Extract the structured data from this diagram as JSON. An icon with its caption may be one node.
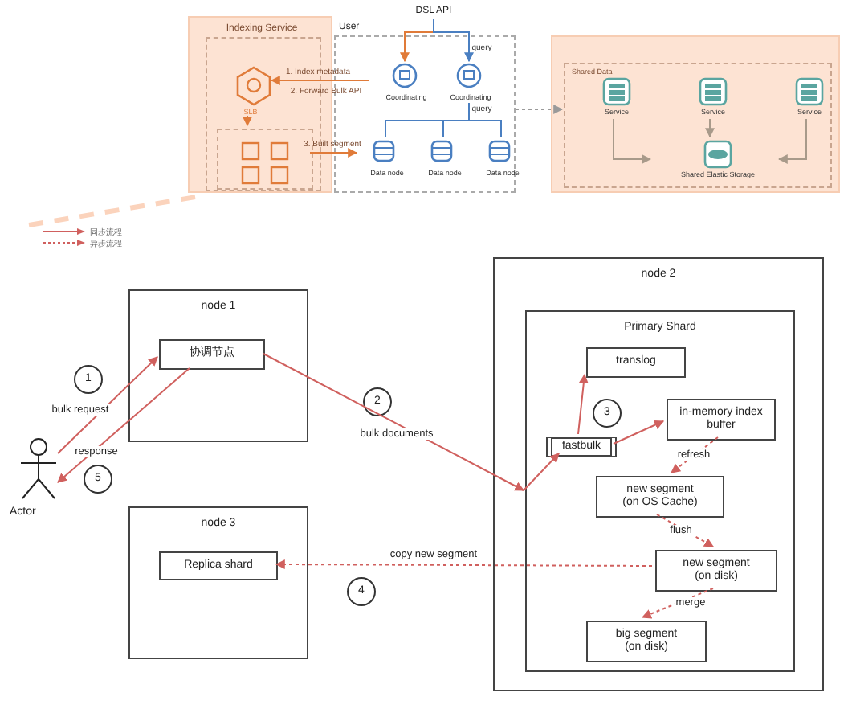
{
  "diagram": {
    "nodes": [
      {
        "text": [
          "Indexing Service"
        ]
      },
      {
        "text": [],
        "shape": "box",
        "in": 0
      },
      {
        "text": [
          "SLB"
        ],
        "in": 1
      },
      {
        "text": [],
        "shape": "box",
        "in": 1
      },
      {
        "text": [
          "User"
        ]
      },
      {
        "text": [
          "DSL API"
        ]
      },
      {
        "text": [
          "Coordinating"
        ],
        "in": 4
      },
      {
        "text": [
          "Coordinating"
        ],
        "in": 4
      },
      {
        "text": [
          "Data node"
        ],
        "in": 4
      },
      {
        "text": [
          "Data node"
        ],
        "in": 4
      },
      {
        "text": [
          "Data node"
        ],
        "in": 4
      },
      {
        "text": [],
        "shape": "box"
      },
      {
        "text": [
          "Shared Data"
        ],
        "in": 11
      },
      {
        "text": [
          "Service"
        ],
        "in": 12
      },
      {
        "text": [
          "Service"
        ],
        "in": 12
      },
      {
        "text": [
          "Service"
        ],
        "in": 12
      },
      {
        "text": [
          "Shared Elastic Storage"
        ],
        "in": 12
      },
      {
        "text": [
          "node 1"
        ]
      },
      {
        "text": [
          "协调节点"
        ],
        "in": 17
      },
      {
        "text": [
          "node 2"
        ]
      },
      {
        "text": [
          "Primary Shard"
        ],
        "in": 19
      },
      {
        "text": [
          "translog"
        ],
        "in": 20
      },
      {
        "text": [
          "fastbulk"
        ],
        "in": 20
      },
      {
        "text": [
          "in-memory index buffer"
        ],
        "in": 20
      },
      {
        "text": [
          "new segment (on OS Cache)"
        ],
        "in": 20
      },
      {
        "text": [
          "new segment (on disk)"
        ],
        "in": 20
      },
      {
        "text": [
          "big segment (on disk)"
        ],
        "in": 20
      },
      {
        "text": [
          "node 3"
        ]
      },
      {
        "text": [
          "Replica shard"
        ],
        "in": 27
      },
      {
        "text": [],
        "shape": "person",
        "beside": [
          "Actor"
        ]
      },
      {
        "text": [
          "1"
        ]
      },
      {
        "text": [
          "2"
        ]
      },
      {
        "text": [
          "3"
        ],
        "in": 20
      },
      {
        "text": [
          "4"
        ]
      },
      {
        "text": [
          "5"
        ]
      }
    ],
    "edges": [
      {
        "from": 5,
        "to": 6,
        "arrow": "to",
        "color": "#e07b39"
      },
      {
        "from": 5,
        "to": 7,
        "arrow": "to",
        "color": "#4a7fc1",
        "label": "query"
      },
      {
        "from": 6,
        "to": 2,
        "arrow": "to",
        "color": "#e07b39",
        "label": "1. Index metadata"
      },
      {
        "from": 2,
        "to": 3,
        "arrow": "to",
        "color": "#e07b39"
      },
      {
        "from": 3,
        "to": 8,
        "arrow": "to",
        "color": "#e07b39",
        "label": "3. Built segment"
      },
      {
        "from": 7,
        "to": 8,
        "arrow": "none",
        "color": "#4a7fc1"
      },
      {
        "from": 7,
        "to": 9,
        "arrow": "none",
        "color": "#4a7fc1",
        "label": "query"
      },
      {
        "from": 7,
        "to": 10,
        "arrow": "none",
        "color": "#4a7fc1"
      },
      {
        "from": 4,
        "to": 12,
        "arrow": "to",
        "style": "dashed",
        "color": "#9a9a9a"
      },
      {
        "from": 13,
        "to": 16,
        "arrow": "to",
        "color": "#a89a8a"
      },
      {
        "from": 14,
        "to": 16,
        "arrow": "to",
        "color": "#a89a8a"
      },
      {
        "from": 15,
        "to": 16,
        "arrow": "to",
        "color": "#a89a8a"
      },
      {
        "from": 29,
        "to": 18,
        "arrow": "to",
        "label": "bulk request"
      },
      {
        "from": 18,
        "to": 29,
        "arrow": "to",
        "label": "response"
      },
      {
        "from": 18,
        "to": 20,
        "arrow": "to",
        "label": "bulk documents"
      },
      {
        "from": 20,
        "to": 22,
        "arrow": "to"
      },
      {
        "from": 22,
        "to": 21,
        "arrow": "to"
      },
      {
        "from": 22,
        "to": 23,
        "arrow": "to"
      },
      {
        "from": 23,
        "to": 24,
        "arrow": "to",
        "style": "dashed",
        "label": "refresh"
      },
      {
        "from": 24,
        "to": 25,
        "arrow": "to",
        "style": "dashed",
        "label": "flush"
      },
      {
        "from": 25,
        "to": 26,
        "arrow": "to",
        "style": "dashed",
        "label": "merge"
      },
      {
        "from": 25,
        "to": 28,
        "arrow": "to",
        "style": "dashed",
        "label": "copy new segment"
      }
    ],
    "labels": [
      "2. Forward Bulk API"
    ],
    "legend": [
      {
        "text": "同步流程"
      },
      {
        "text": "异步流程"
      }
    ]
  }
}
